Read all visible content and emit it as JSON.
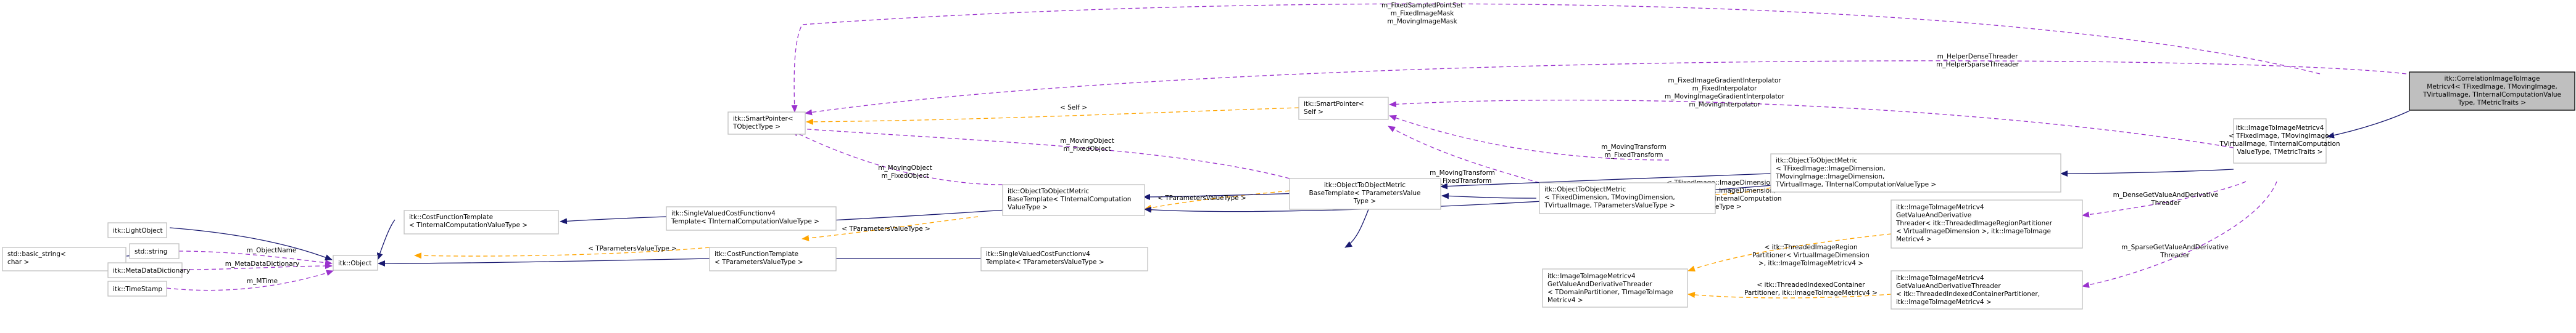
{
  "nodes": {
    "correlation_metric": [
      "itk::CorrelationImageToImage",
      "Metricv4< TFixedImage, TMovingImage,",
      "TVirtualImage, TInternalComputationValue",
      "Type, TMetricTraits >"
    ],
    "image_to_image_metric": [
      "itk::ImageToImageMetricv4",
      "< TFixedImage, TMovingImage,",
      "TVirtualImage, TInternalComputation",
      "ValueType, TMetricTraits >"
    ],
    "object_to_object_metric_full": [
      "itk::ObjectToObjectMetric",
      "< TFixedImage::ImageDimension,",
      "TMovingImage::ImageDimension,",
      "TVirtualImage, TInternalComputationValueType >"
    ],
    "object_to_object_metric_tpl": [
      "itk::ObjectToObjectMetric",
      "< TFixedDimension, TMovingDimension,",
      "TVirtualImage, TParametersValueType >"
    ],
    "object_to_object_metric_base_pv": [
      "itk::ObjectToObjectMetric",
      "BaseTemplate< TParametersValue",
      "Type >"
    ],
    "object_to_object_metric_base_icv": [
      "itk::ObjectToObjectMetric",
      "BaseTemplate< TInternalComputation",
      "ValueType >"
    ],
    "smart_pointer_self": [
      "itk::SmartPointer<",
      "Self >"
    ],
    "smart_pointer_tobject": [
      "itk::SmartPointer<",
      "TObjectType >"
    ],
    "single_valued_icv": [
      "itk::SingleValuedCostFunctionv4",
      "Template< TInternalComputationValueType >"
    ],
    "single_valued_pv": [
      "itk::SingleValuedCostFunctionv4",
      "Template< TParametersValueType >"
    ],
    "cost_function_icv": [
      "itk::CostFunctionTemplate",
      "< TInternalComputationValueType >"
    ],
    "cost_function_pv": [
      "itk::CostFunctionTemplate",
      "< TParametersValueType >"
    ],
    "object": [
      "itk::Object"
    ],
    "light_object": [
      "itk::LightObject"
    ],
    "std_string": [
      "std::string"
    ],
    "basic_string": [
      "std::basic_string<",
      "char >"
    ],
    "meta_data_dictionary": [
      "itk::MetaDataDictionary"
    ],
    "time_stamp": [
      "itk::TimeStamp"
    ],
    "dense_threader": [
      "itk::ImageToImageMetricv4",
      "GetValueAndDerivative",
      "Threader< itk::ThreadedImageRegionPartitioner",
      "< VirtualImageDimension >, itk::ImageToImage",
      "Metricv4 >"
    ],
    "sparse_threader": [
      "itk::ImageToImageMetricv4",
      "GetValueAndDerivativeThreader",
      "< itk::ThreadedIndexedContainerPartitioner,",
      "itk::ImageToImageMetricv4 >"
    ],
    "generic_threader": [
      "itk::ImageToImageMetricv4",
      "GetValueAndDerivativeThreader",
      "< TDomainPartitioner, TImageToImage",
      "Metricv4 >"
    ]
  },
  "edge_labels": {
    "fixed_sampled": [
      "m_FixedSampledPointSet",
      "m_FixedImageMask",
      "m_MovingImageMask"
    ],
    "helper_threader": [
      "m_HelperDenseThreader",
      "m_HelperSparseThreader"
    ],
    "interpolators": [
      "m_FixedImageGradientInterpolator",
      "m_FixedInterpolator",
      "m_MovingImageGradientInterpolator",
      "m_MovingInterpolator"
    ],
    "self": [
      "< Self >"
    ],
    "transforms_upper": [
      "m_MovingTransform",
      "m_FixedTransform"
    ],
    "transforms_lower": [
      "m_MovingTransform",
      "m_FixedTransform"
    ],
    "moving_fixed_object_upper": [
      "m_MovingObject",
      "m_FixedObject"
    ],
    "moving_fixed_object_lower": [
      "m_MovingObject",
      "m_FixedObject"
    ],
    "tparams_a": [
      "< TParametersValueType >"
    ],
    "tparams_b": [
      "< TParametersValueType >"
    ],
    "tparams_c": [
      "< TParametersValueType >"
    ],
    "object_to_object_tpl": [
      "< TFixedImage::ImageDimension,",
      "TMovingImage::ImageDimension,",
      "TVirtualImage, TInternalComputation",
      "ValueType >"
    ],
    "dense_get_value": [
      "m_DenseGetValueAndDerivative",
      "Threader"
    ],
    "sparse_get_value": [
      "m_SparseGetValueAndDerivative",
      "Threader"
    ],
    "threaded_region": [
      "< itk::ThreadedImageRegion",
      "Partitioner< VirtualImageDimension",
      ">, itk::ImageToImageMetricv4 >"
    ],
    "threaded_indexed": [
      "< itk::ThreadedIndexedContainer",
      "Partitioner, itk::ImageToImageMetricv4 >"
    ],
    "object_name": [
      "m_ObjectName"
    ],
    "meta_data_dictionary": [
      "m_MetaDataDictionary"
    ],
    "mtime": [
      "m_MTime"
    ]
  },
  "colors": {
    "inheritance": "#191970",
    "usage": "#9a32cd",
    "template": "#ffa500",
    "node_border": "#bfbfbf",
    "highlight_fill": "#bfbfbf"
  }
}
